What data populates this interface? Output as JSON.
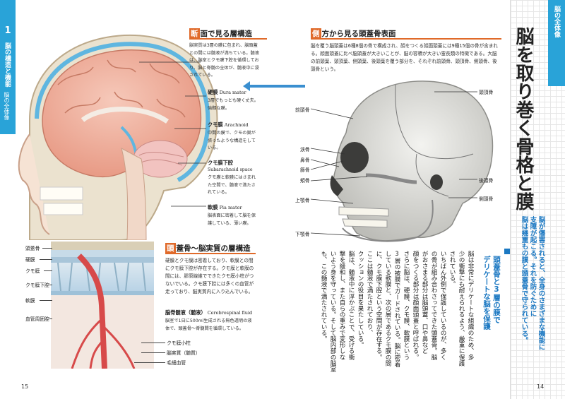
{
  "chapter": {
    "number": "1",
    "title": "脳の構造と機能",
    "subtitle": "脳の全体像"
  },
  "right_tab": "脳の全体像",
  "main_title": "脳を取り巻く骨格と膜",
  "lead_lines": [
    "脳が傷害されると、全身のさまざまな機能に",
    "支障が起こる。それを防ぐために",
    "脳は幾重もの膜と頭蓋骨で守られている。"
  ],
  "section1": {
    "first_char": "断",
    "rest": "面で見る層構造",
    "intro": "脳実質は3層の膜に包まれ、脳頭蓋との間には髄液が満ちている。髄液は、脳室とクモ膜下腔を循環しており、脳と脊髄の全体が、髄液中に浸されている。",
    "layers": [
      {
        "name": "硬膜",
        "latin": "Dura mater",
        "desc": "3層でもっとも硬く丈夫。強靱な膜。"
      },
      {
        "name": "クモ膜",
        "latin": "Arachnoid",
        "desc": "中間の膜で、クモの巣が張ったような構造をしている。"
      },
      {
        "name": "クモ膜下腔",
        "latin": "Subarachnoid space",
        "desc": "クモ膜と軟膜にはさまれた空間で、髄液で満たされている。"
      },
      {
        "name": "軟膜",
        "latin": "Pia mater",
        "desc": "脳表面に密着して脳を保護している、薄い膜。"
      }
    ]
  },
  "section2": {
    "first_char": "側",
    "rest": "方から見る頭蓋骨表面",
    "intro": "脳を覆う脳頭蓋は6種8個の骨で構成され、顔をつくる顔面頭蓋には9種15個の骨が含まれる。顔面頭蓋に比べ脳頭蓋が大きいことが、脳の容積が大きい霊長類の特徴である。大脳の前頭葉、頭頂葉、側頭葉、後頭葉を覆う部分を、それぞれ前頭骨、頭頂骨、側頭骨、後頭骨という。",
    "labels": {
      "parietal": "頭頂骨",
      "frontal": "前頭骨",
      "lacrimal": "涙骨",
      "nasal": "鼻骨",
      "ethmoid": "篩骨",
      "zygomatic": "頬骨",
      "maxilla": "上顎骨",
      "mandible": "下顎骨",
      "occipital": "後頭骨",
      "temporal": "側頭骨"
    }
  },
  "section3": {
    "first_char": "頭",
    "rest": "蓋骨〜脳実質の層構造",
    "intro": "硬膜とクモ膜は密着しており、軟膜との間にクモ膜下腔が存在する。クモ膜と軟膜の間には、膠原線維でできたクモ膜小柱がつないでいる。クモ膜下腔には多くの血管が走っており、脳実質内に入り込んでいる。",
    "csf_title": "脳脊髄液（髄液）",
    "csf_latin": "Cerebrospinal fluid",
    "csf_desc": "脳室で1日に500ml生成される無色透明の液体で、頭蓋骨〜脊髄間を循環している。",
    "left_labels": [
      "頭蓋骨",
      "硬膜",
      "クモ膜",
      "クモ膜下腔",
      "軟膜",
      "血管周囲腔"
    ],
    "bottom_labels": [
      "クモ膜小柱",
      "脳実質（髄質）",
      "毛細血管"
    ]
  },
  "section4": {
    "heading_lines": [
      "頭蓋骨と3層の膜で",
      "デリケートな脳を保護"
    ],
    "body_lines": [
      "脳は非常にデリケートな組織のため、多",
      "少の衝撃にも耐えられるよう、厳重に保護",
      "されている。",
      "いちばん外側で保護しているのが、多く",
      "の骨が組み合わさってできた頭蓋骨。脳",
      "がおさまる部分は脳頭蓋、口や鼻など",
      "顔をつくる部分は顔面頭蓋と呼ばれる。",
      "さらに脳は、硬膜、クモ膜、軟膜という",
      "3層の被膜でガードされている。脳に密着",
      "している軟膜と、次の層であるクモ膜の間",
      "に、クモ膜下腔という空間が存在する。",
      "ここは髄液で満たされており、",
      "クッションの役目を果たしている。",
      "脳は、髄液中に浮かぶことで、受ける衝",
      "撃を緩和し、また自らの重みで変形しな",
      "いよう身を守っている。そして脳内部の脳室",
      "も、この髄液で満たされている。"
    ]
  },
  "page_numbers": {
    "left": "15",
    "right": "14"
  }
}
